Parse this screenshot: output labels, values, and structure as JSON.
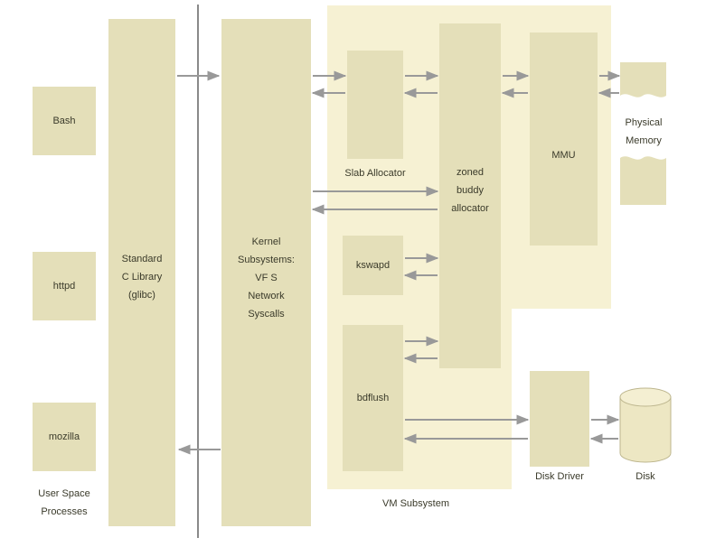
{
  "colors": {
    "box": "#e4dfb9",
    "region": "#f6f1d3",
    "arrow": "#999999",
    "divider": "#8a8a8a",
    "text": "#3a3a2a",
    "disk": "#ede7c3"
  },
  "user_space": {
    "processes": [
      "Bash",
      "httpd",
      "mozilla"
    ],
    "caption_lines": [
      "User Space",
      "Processes"
    ]
  },
  "glibc": {
    "lines": [
      "Standard",
      "C Library",
      "(glibc)"
    ]
  },
  "kernel": {
    "lines": [
      "Kernel",
      "Subsystems:",
      "VF S",
      "Network",
      "Syscalls"
    ]
  },
  "vm": {
    "label": "VM Subsystem",
    "slab_label": "Slab Allocator",
    "buddy_lines": [
      "zoned",
      "buddy",
      "allocator"
    ],
    "mmu_label": "MMU",
    "kswapd_label": "kswapd",
    "bdflush_label": "bdflush"
  },
  "physical_memory": {
    "lines": [
      "Physical",
      "Memory"
    ]
  },
  "disk_driver": {
    "label": "Disk Driver"
  },
  "disk": {
    "label": "Disk"
  }
}
